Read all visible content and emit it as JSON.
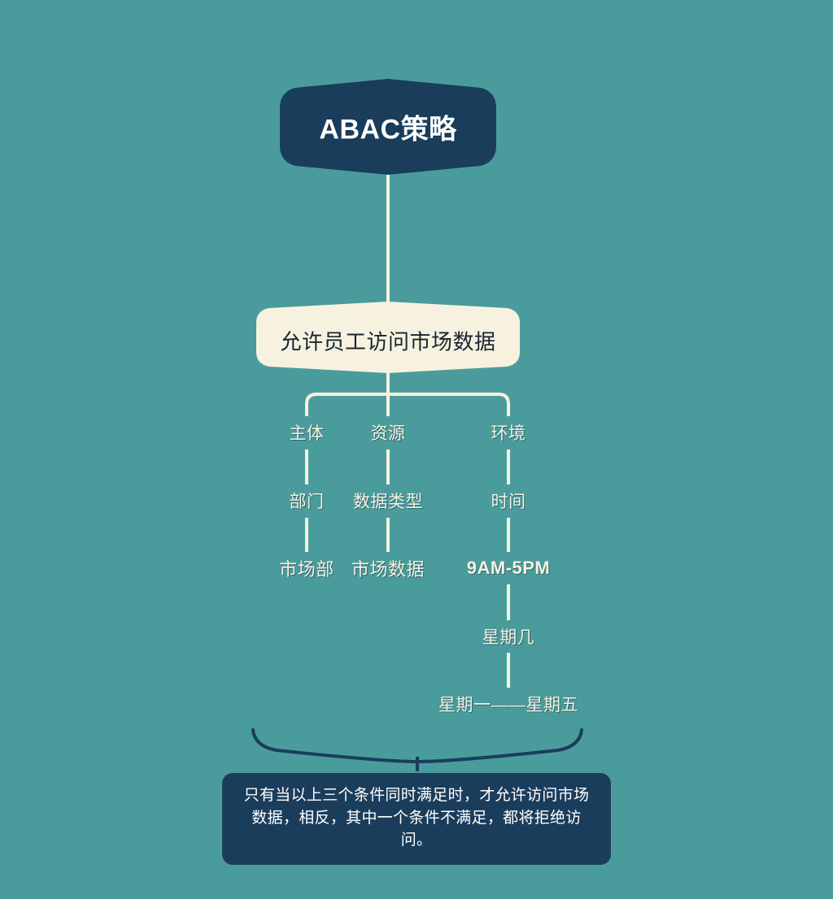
{
  "diagram": {
    "type": "tree-mindmap",
    "background_color": "#4a9c9c",
    "accent_navy": "#1b3d5c",
    "accent_cream": "#f7f2e0",
    "root": {
      "label": "ABAC策略",
      "shape": "hexagon",
      "fill": "#1b3d5c",
      "text_color": "#ffffff"
    },
    "policy": {
      "label": "允许员工访问市场数据",
      "shape": "hexagon",
      "fill": "#f7f2e0",
      "text_color": "#16252e"
    },
    "branches": [
      {
        "category": "主体",
        "attribute": "部门",
        "value": "市场部",
        "extra": []
      },
      {
        "category": "资源",
        "attribute": "数据类型",
        "value": "市场数据",
        "extra": []
      },
      {
        "category": "环境",
        "attribute": "时间",
        "value": "9AM-5PM",
        "extra": [
          "星期几",
          "星期一——星期五"
        ]
      }
    ],
    "note": {
      "text": "只有当以上三个条件同时满足时，才允许访问市场数据，相反，其中一个条件不满足，都将拒绝访问。",
      "fill": "#1b3d5c",
      "text_color": "#ffffff"
    },
    "brace": {
      "shape": "wide-arc-brace",
      "color": "#1b3d5c"
    }
  }
}
